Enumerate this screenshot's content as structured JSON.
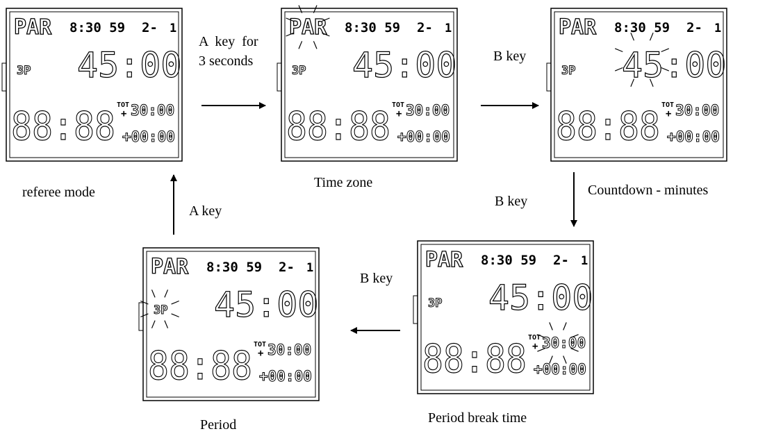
{
  "lcd": {
    "mode": "PAR",
    "clock": "8:30 59",
    "period_index": "2-",
    "period_count": "1",
    "top_timer": "45:00",
    "period_icon": "3P",
    "main_timer": "88:88",
    "tot_label": "TOT",
    "tot_time": "30:00",
    "plus_sign": "+",
    "extra_time": "+00:00"
  },
  "screens": [
    {
      "id": "referee-mode",
      "caption": "referee mode",
      "highlight": "none"
    },
    {
      "id": "time-zone",
      "caption": "Time zone",
      "highlight": "mode"
    },
    {
      "id": "countdown-minutes",
      "caption": "Countdown - minutes",
      "highlight": "top_timer"
    },
    {
      "id": "period-break-time",
      "caption": "Period break time",
      "highlight": "tot_time"
    },
    {
      "id": "period",
      "caption": "Period",
      "highlight": "period_icon"
    }
  ],
  "transitions": [
    {
      "from": "referee-mode",
      "to": "time-zone",
      "line1": "A  key  for",
      "line2": "3 seconds",
      "direction": "right"
    },
    {
      "from": "time-zone",
      "to": "countdown-minutes",
      "line1": "B key",
      "direction": "right"
    },
    {
      "from": "countdown-minutes",
      "to": "period-break-time",
      "line1": "B key",
      "direction": "down"
    },
    {
      "from": "period-break-time",
      "to": "period",
      "line1": "B key",
      "direction": "left"
    },
    {
      "from": "period",
      "to": "referee-mode",
      "line1": "A key",
      "direction": "up"
    }
  ],
  "colors": {
    "ink": "#000000",
    "background": "#ffffff"
  }
}
